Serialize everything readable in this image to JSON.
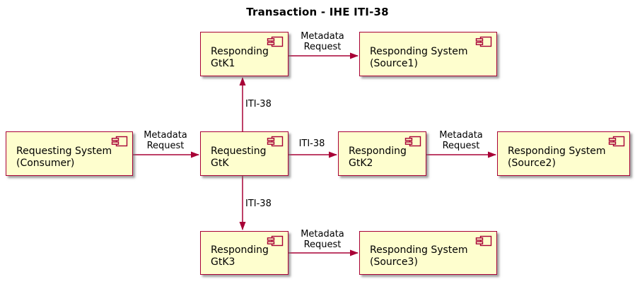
{
  "title": "Transaction - IHE ITI-38",
  "colors": {
    "background": "#ffffff",
    "node_fill": "#fefece",
    "node_border": "#a80036",
    "arrow": "#a80036",
    "text": "#000000"
  },
  "nodes": {
    "requesting_system": {
      "label": "Requesting System\n(Consumer)"
    },
    "requesting_gtk": {
      "label": "Requesting\nGtK"
    },
    "responding_gtk1": {
      "label": "Responding\nGtK1"
    },
    "responding_system_source1": {
      "label": "Responding System\n(Source1)"
    },
    "responding_gtk2": {
      "label": "Responding\nGtK2"
    },
    "responding_system_source2": {
      "label": "Responding System\n(Source2)"
    },
    "responding_gtk3": {
      "label": "Responding\nGtK3"
    },
    "responding_system_source3": {
      "label": "Responding System\n(Source3)"
    }
  },
  "edges": {
    "consumer_to_gtk": {
      "label": "Metadata\nRequest"
    },
    "gtk_to_gtk1": {
      "label": "ITI-38"
    },
    "gtk1_to_source1": {
      "label": "Metadata\nRequest"
    },
    "gtk_to_gtk2": {
      "label": "ITI-38"
    },
    "gtk2_to_source2": {
      "label": "Metadata\nRequest"
    },
    "gtk_to_gtk3": {
      "label": "ITI-38"
    },
    "gtk3_to_source3": {
      "label": "Metadata\nRequest"
    }
  }
}
